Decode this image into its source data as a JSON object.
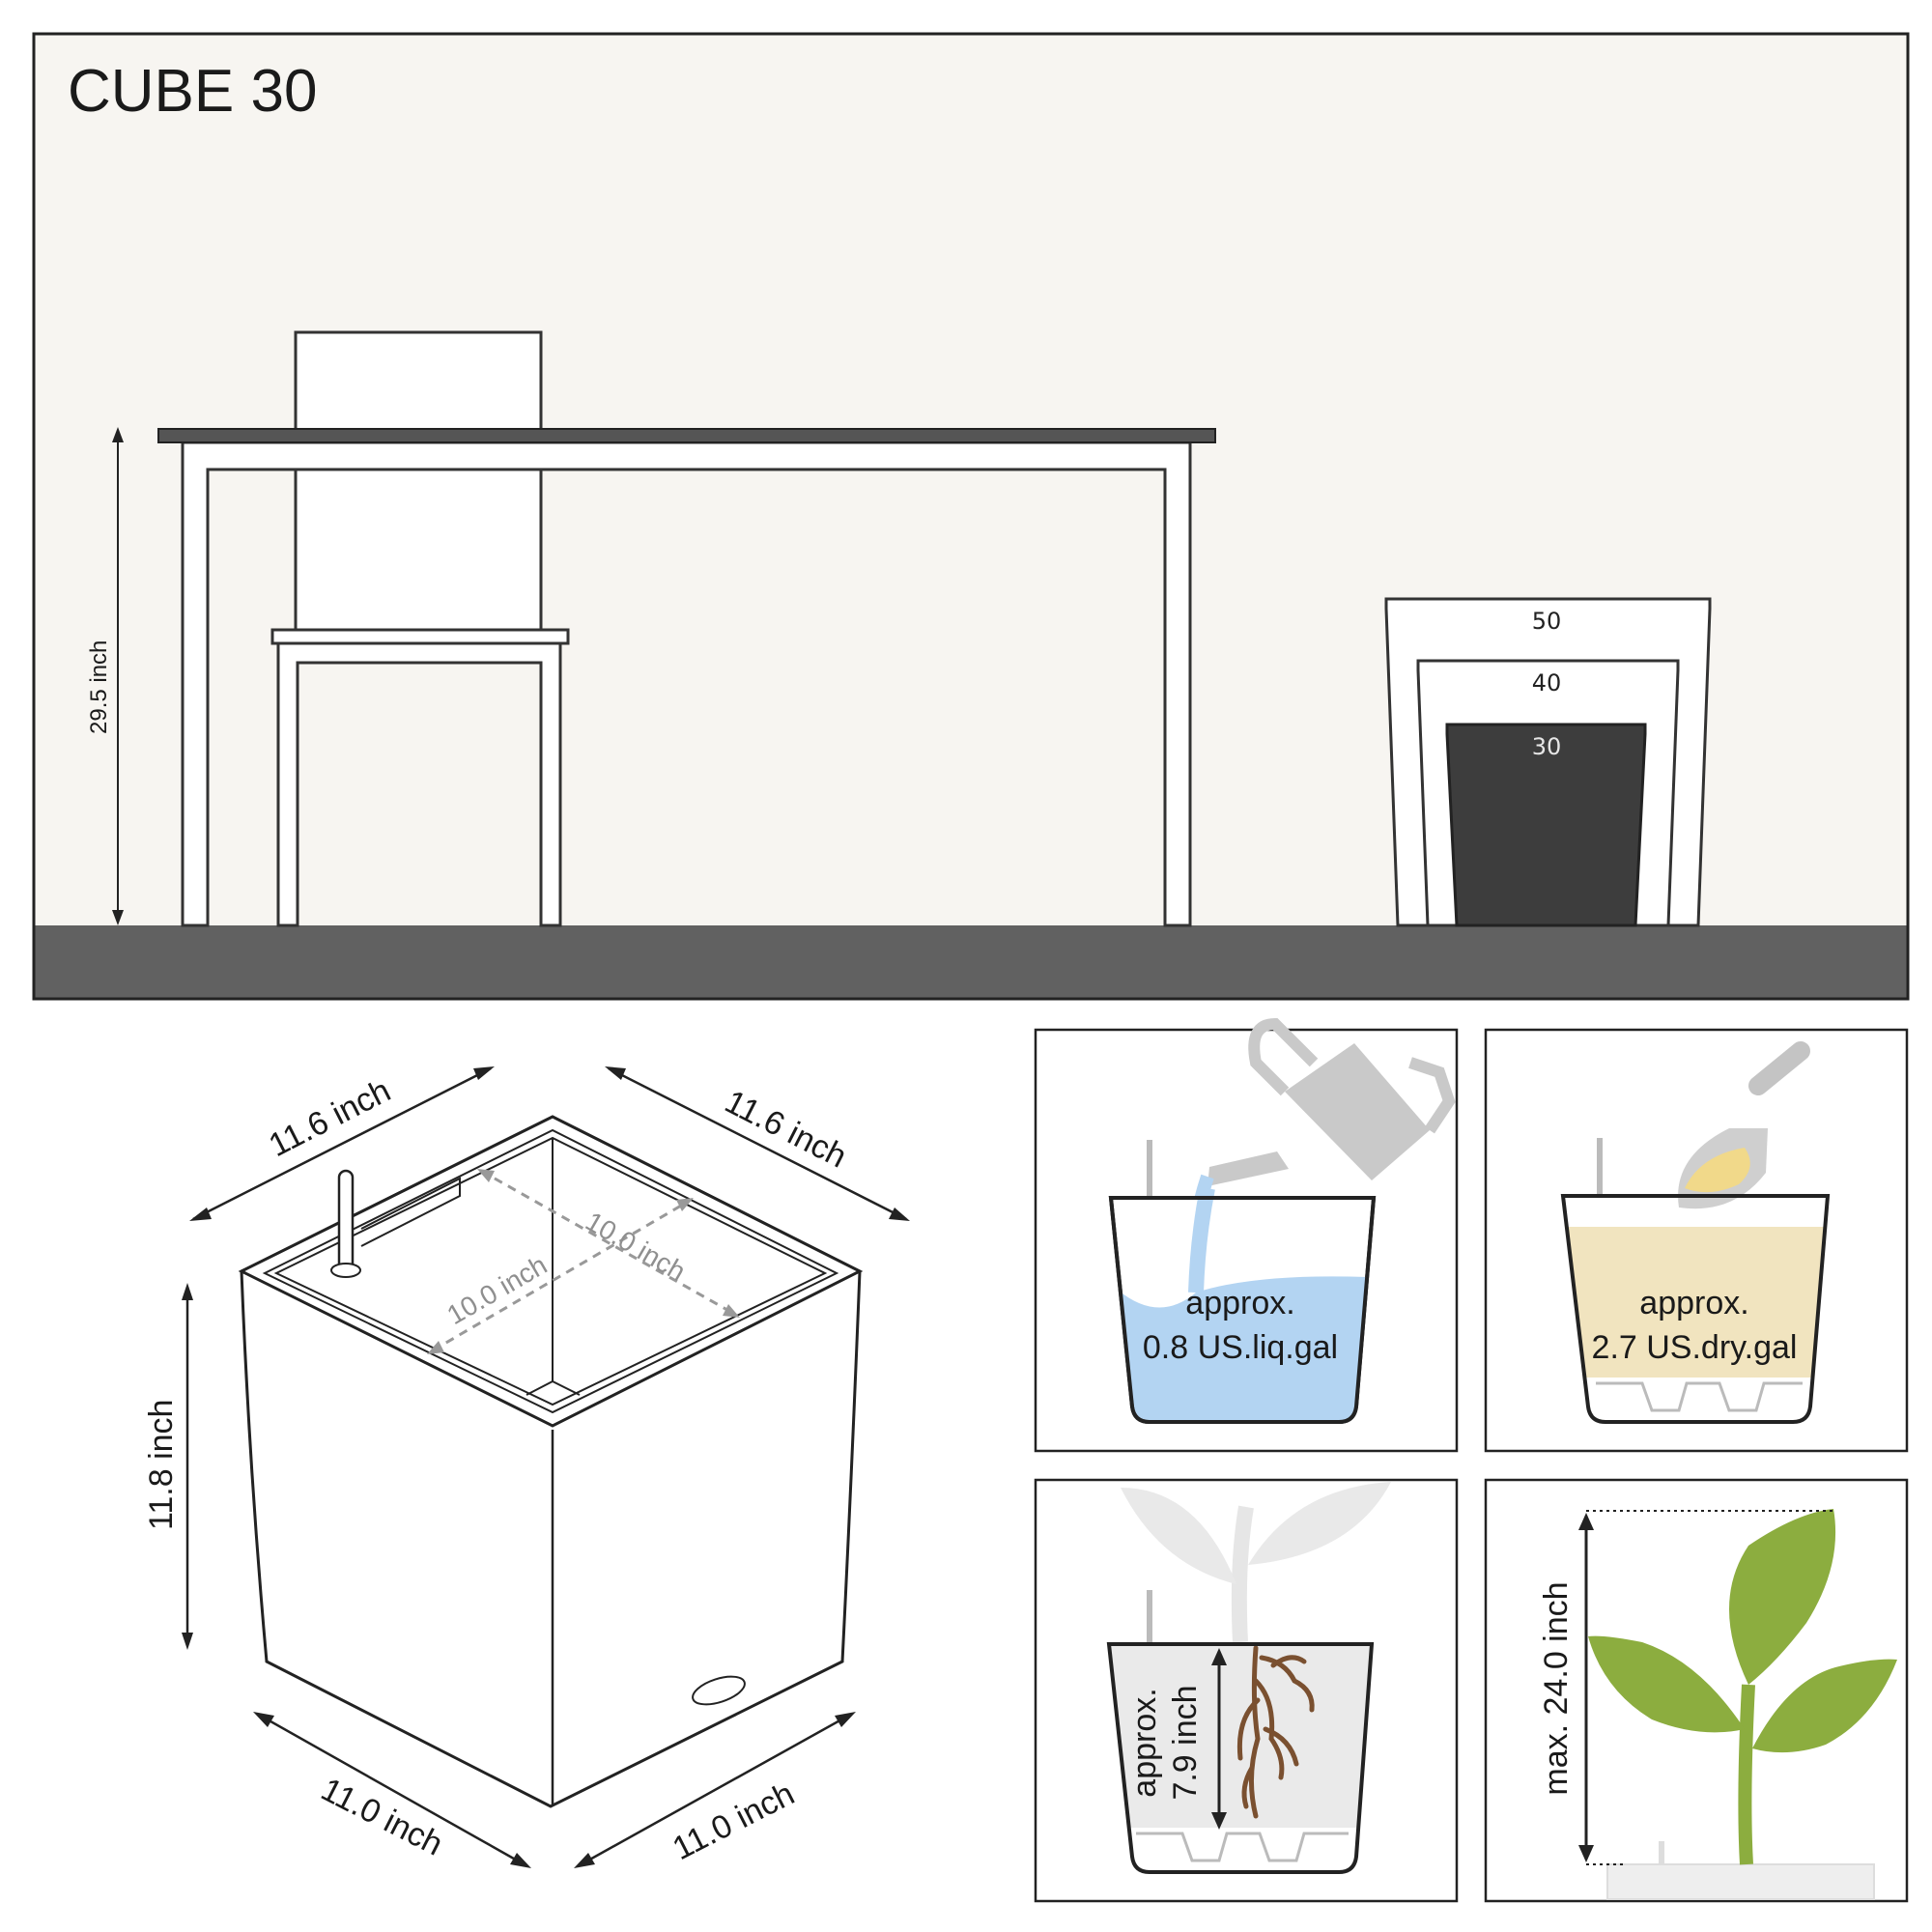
{
  "title": "CUBE 30",
  "scene": {
    "table_height": "29.5 inch",
    "sizes": [
      "50",
      "40",
      "30"
    ]
  },
  "product_dimensions": {
    "top_left": "11.6 inch",
    "top_right": "11.6 inch",
    "inner_left": "10.0 inch",
    "inner_right": "10.0 inch",
    "height": "11.8 inch",
    "bottom_left": "11.0 inch",
    "bottom_right": "11.0 inch"
  },
  "panels": {
    "water": {
      "line1": "approx.",
      "line2": "0.8 US.liq.gal"
    },
    "soil": {
      "line1": "approx.",
      "line2": "2.7 US.dry.gal"
    },
    "roots": {
      "line1": "approx.",
      "line2": "7.9 inch"
    },
    "plant": {
      "label": "max. 24.0 inch"
    }
  },
  "colors": {
    "wall": "#f7f5f1",
    "floor": "#616161",
    "table_top": "#555555",
    "planter_dark": "#3d3d3d",
    "water": "#b3d4f2",
    "soil": "#f1e4bf",
    "leaf": "#8cad3f",
    "roots": "#7a5030"
  }
}
